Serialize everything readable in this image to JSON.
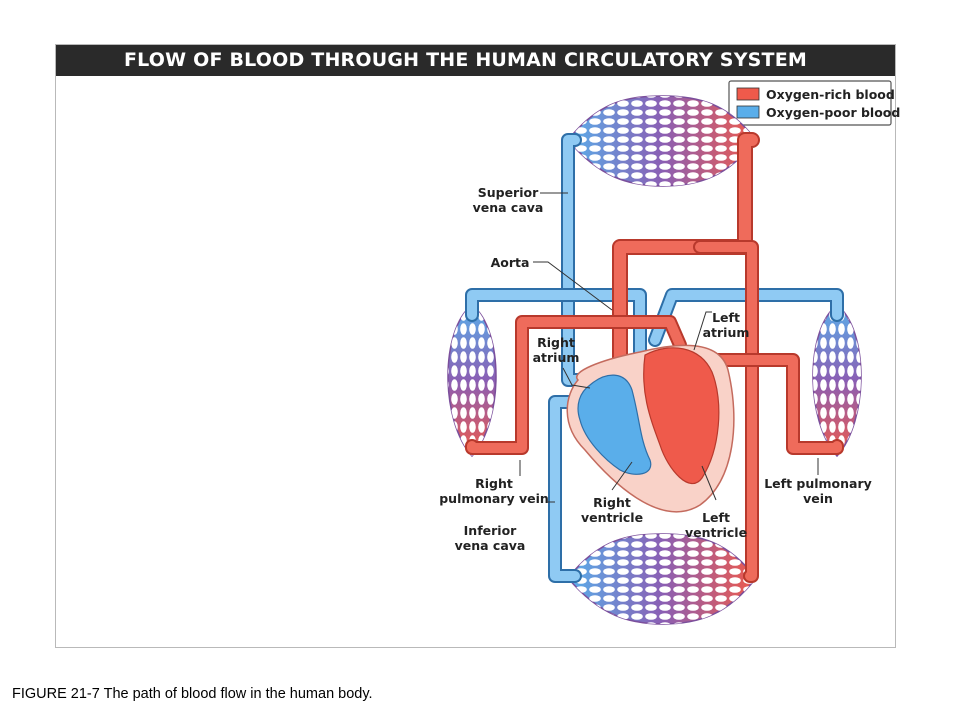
{
  "title": "FLOW OF BLOOD THROUGH THE HUMAN CIRCULATORY SYSTEM",
  "legend": [
    {
      "label": "Oxygen-rich blood",
      "color": "#ef5a4b"
    },
    {
      "label": "Oxygen-poor blood",
      "color": "#5aaeea"
    }
  ],
  "labels": {
    "superior_vena_cava": [
      "Superior",
      "vena cava"
    ],
    "aorta": [
      "Aorta"
    ],
    "left_atrium": [
      "Left",
      "atrium"
    ],
    "right_atrium": [
      "Right",
      "atrium"
    ],
    "right_pulmonary_vein": [
      "Right",
      "pulmonary vein"
    ],
    "left_pulmonary_vein": [
      "Left pulmonary",
      "vein"
    ],
    "right_ventricle": [
      "Right",
      "ventricle"
    ],
    "left_ventricle": [
      "Left",
      "ventricle"
    ],
    "inferior_vena_cava": [
      "Inferior",
      "vena cava"
    ]
  },
  "caption": "FIGURE 21-7 The path of blood flow in the human body."
}
